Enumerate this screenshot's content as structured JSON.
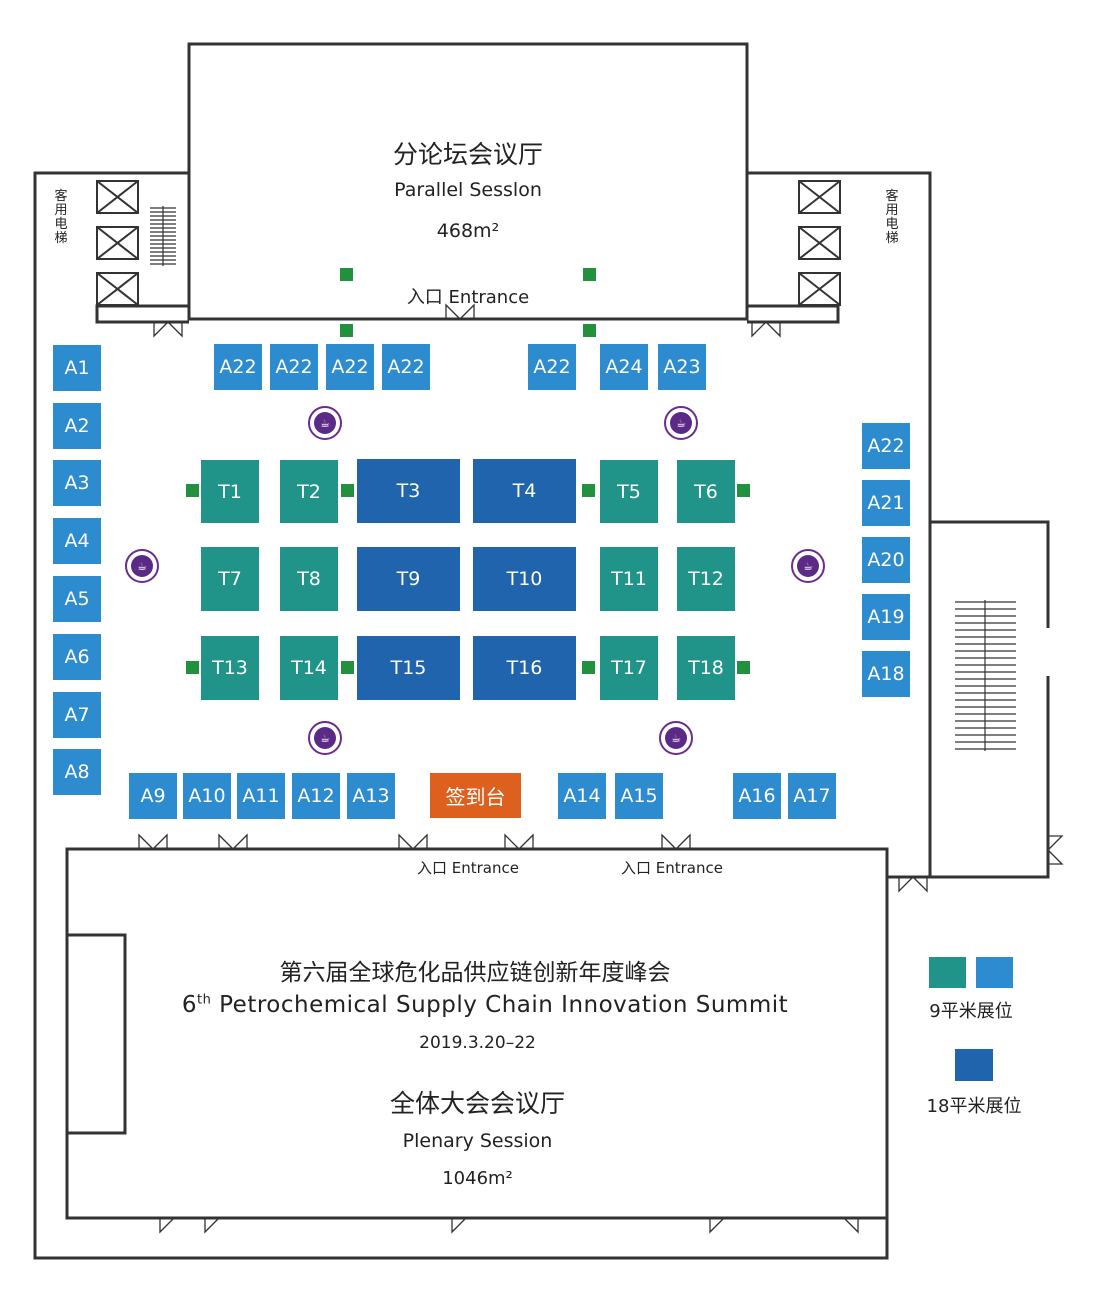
{
  "parallel_hall": {
    "title_cn": "分论坛会议厅",
    "title_en": "Parallel Sesslon",
    "area": "468m²",
    "entrance": "入口  Entrance"
  },
  "elevator_label": "客用电梯",
  "plenary_hall": {
    "event_cn": "第六届全球危化品供应链创新年度峰会",
    "event_en_num": "6",
    "event_en_sup": "th",
    "event_en": "Petrochemical Supply Chain Innovation Summit",
    "dates": "2019.3.20–22",
    "title_cn": "全体大会会议厅",
    "title_en": "Plenary Session",
    "area": "1046m²",
    "entrance_left": "入口 Entrance",
    "entrance_right": "入口 Entrance"
  },
  "registration": "签到台",
  "booths_a_left": [
    "A1",
    "A2",
    "A3",
    "A4",
    "A5",
    "A6",
    "A7",
    "A8"
  ],
  "booths_a_top": [
    "A22",
    "A22",
    "A22",
    "A22",
    "A22",
    "A24",
    "A23"
  ],
  "booths_a_right": [
    "A22",
    "A21",
    "A20",
    "A19",
    "A18"
  ],
  "booths_a_bottom": [
    "A9",
    "A10",
    "A11",
    "A12",
    "A13",
    "A14",
    "A15",
    "A16",
    "A17"
  ],
  "booths_t": [
    "T1",
    "T2",
    "T3",
    "T4",
    "T5",
    "T6",
    "T7",
    "T8",
    "T9",
    "T10",
    "T11",
    "T12",
    "T13",
    "T14",
    "T15",
    "T16",
    "T17",
    "T18"
  ],
  "legend": {
    "small": "9平米展位",
    "large": "18平米展位"
  },
  "colors": {
    "booth_a": "#2d8bcf",
    "booth_t9": "#21948a",
    "booth_t18": "#1f64ad",
    "registration": "#dd601f",
    "coffee": "#5b2a86",
    "marker": "#21913d"
  }
}
